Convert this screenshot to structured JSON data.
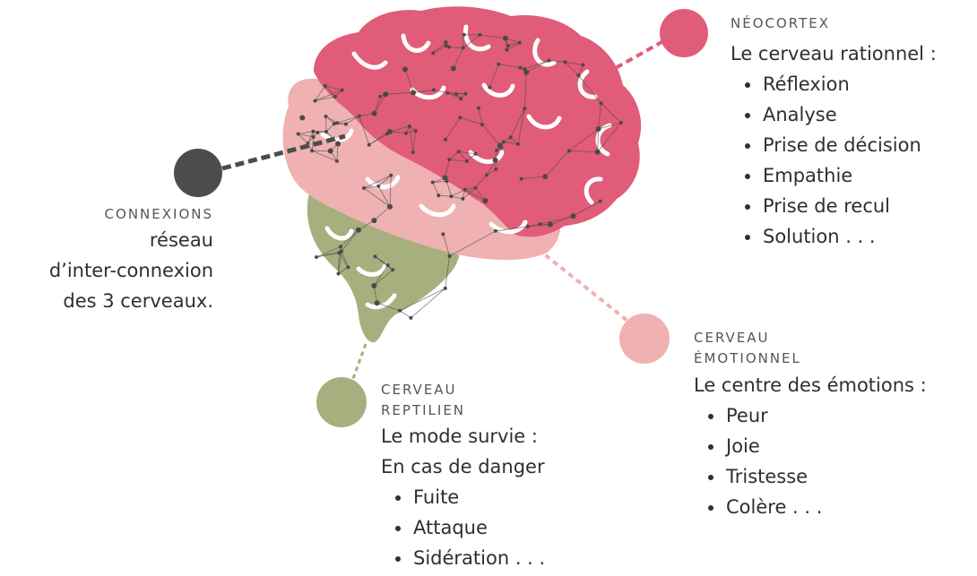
{
  "colors": {
    "neocortex": "#e05c78",
    "emotionnel": "#efb1b2",
    "reptilien": "#a6b07e",
    "connexions": "#4a4d4b",
    "network": "#4a4a4a"
  },
  "neocortex": {
    "title": "NÉOCORTEX",
    "subtitle": "Le cerveau rationnel :",
    "items": [
      "Réflexion",
      "Analyse",
      "Prise de décision",
      "Empathie",
      "Prise de recul",
      "Solution . . ."
    ]
  },
  "connexions": {
    "title": "CONNEXIONS",
    "lines": [
      "réseau",
      "d’inter-connexion",
      "des 3 cerveaux."
    ]
  },
  "emotionnel": {
    "title_line1": "CERVEAU",
    "title_line2": "ÉMOTIONNEL",
    "subtitle": "Le centre des émotions :",
    "items": [
      "Peur",
      "Joie",
      "Tristesse",
      "Colère . . ."
    ]
  },
  "reptilien": {
    "title_line1": "CERVEAU",
    "title_line2": "REPTILIEN",
    "subtitle1": "Le mode survie :",
    "subtitle2": "En cas de danger",
    "items": [
      "Fuite",
      "Attaque",
      "Sidération . . ."
    ]
  }
}
